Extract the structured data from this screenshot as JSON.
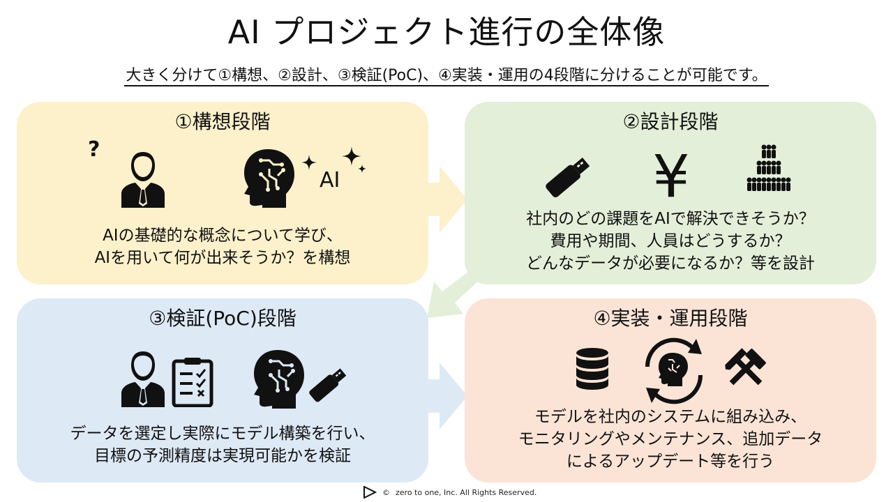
{
  "title": "AI プロジェクト進行の全体像",
  "subtitle": "大きく分けて①構想、②設計、③検証(PoC)、④実装・運用の4段階に分けることが可能です。",
  "panels": [
    {
      "title": "①構想段階",
      "lines": [
        "AIの基礎的な概念について学び、",
        "AIを用いて何が出来そうか？を構想"
      ],
      "icon_text": "AI"
    },
    {
      "title": "②設計段階",
      "lines": [
        "社内のどの課題をAIで解決できそうか？",
        "費用や期間、人員はどうするか？",
        "どんなデータが必要になるか？等を設計"
      ],
      "icon_text": "¥"
    },
    {
      "title": "③検証(PoC)段階",
      "lines": [
        "データを選定し実際にモデル構築を行い、",
        "目標の予測精度は実現可能かを検証"
      ]
    },
    {
      "title": "④実装・運用段階",
      "lines": [
        "モデルを社内のシステムに組み込み、",
        "モニタリングやメンテナンス、追加データ",
        "によるアップデート等を行う"
      ]
    }
  ],
  "icons": {
    "question": "?",
    "copyright": "©"
  },
  "footer": "zero to one, Inc. All Rights Reserved.",
  "colors": {
    "panel1": "#fdf1cc",
    "panel2": "#e3efd9",
    "panel3": "#dee9f6",
    "panel4": "#fbe4d6",
    "arrow_yellow": "#fdf1cc",
    "arrow_green": "#e3efd9",
    "arrow_blue": "#dee9f6"
  }
}
